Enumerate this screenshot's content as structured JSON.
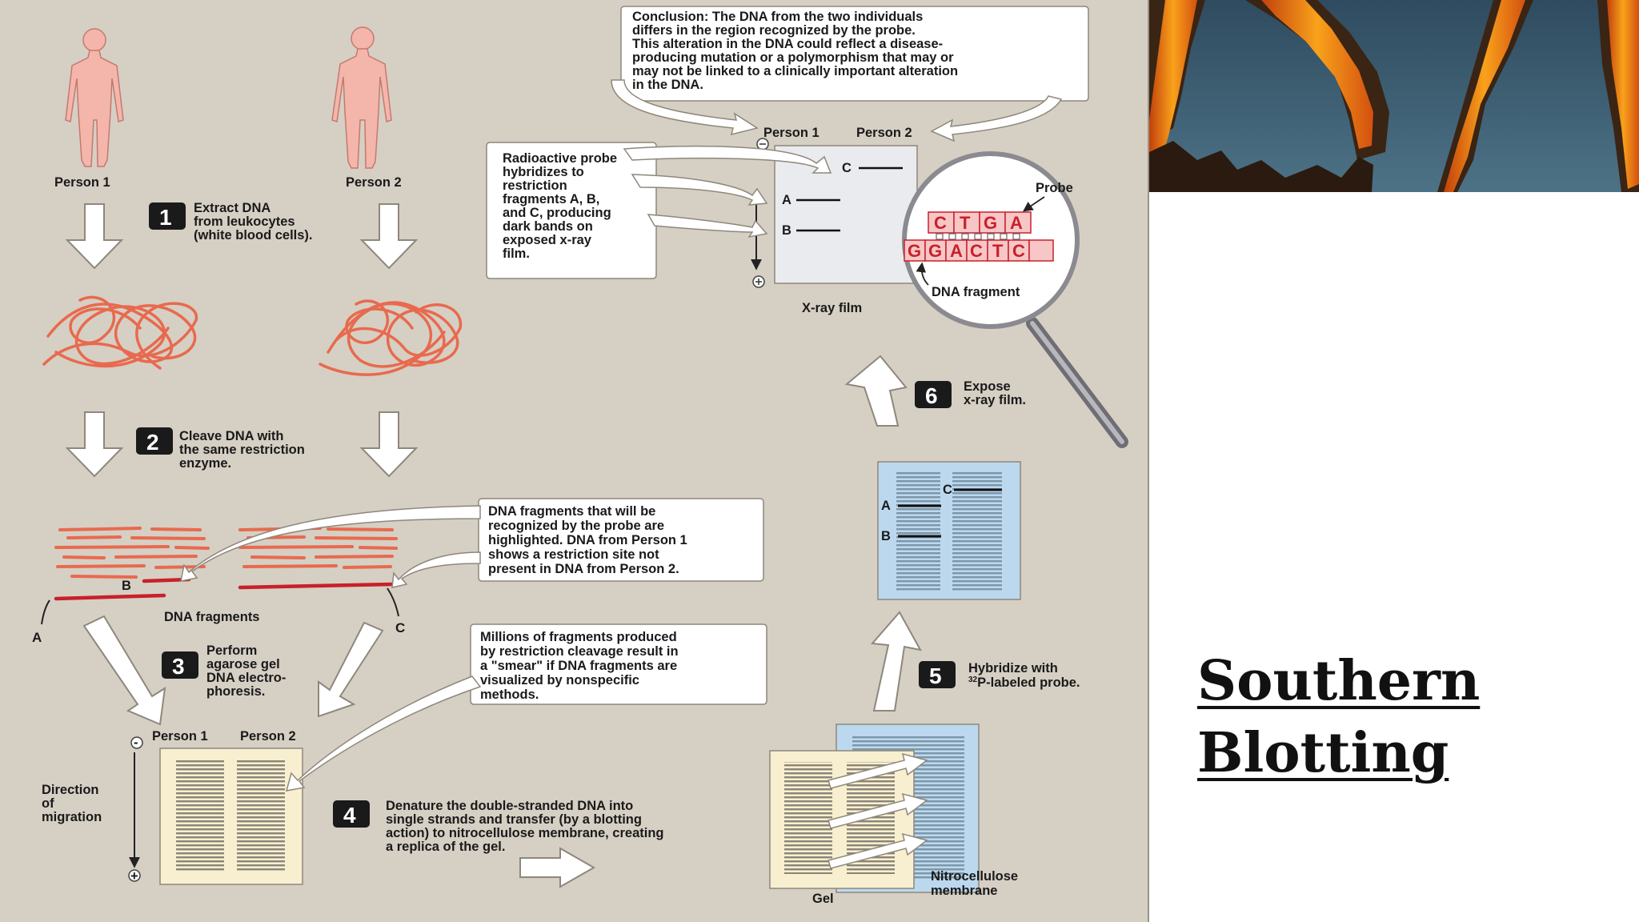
{
  "slide": {
    "title_line1": "Southern",
    "title_line2": "Blotting"
  },
  "colors": {
    "diagram_bg": "#d6cfc4",
    "dna": "#e86a4e",
    "dna_highlight": "#c8202a",
    "membrane": "#bcd8ee",
    "gel": "#f7efcf",
    "lava": "#f08a1c",
    "sky": "#3a5d75"
  },
  "people": {
    "person1_label": "Person 1",
    "person2_label": "Person 2"
  },
  "steps": {
    "s1": {
      "number": "1",
      "lines": [
        "Extract DNA",
        "from leukocytes",
        "(white blood cells)."
      ]
    },
    "s2": {
      "number": "2",
      "lines": [
        "Cleave DNA with",
        "the same restriction",
        "enzyme."
      ]
    },
    "s3": {
      "number": "3",
      "lines": [
        "Perform",
        "agarose gel",
        "DNA electro-",
        "phoresis."
      ]
    },
    "s4": {
      "number": "4",
      "lines": [
        "Denature the double-stranded DNA into",
        "single strands and transfer (by a blotting",
        "action) to nitrocellulose membrane, creating",
        "a replica of the gel."
      ]
    },
    "s5": {
      "number": "5",
      "line1": "Hybridize with",
      "line2_sup": "32",
      "line2": "P-labeled probe."
    },
    "s6": {
      "number": "6",
      "lines": [
        "Expose",
        "x-ray film."
      ]
    }
  },
  "callouts": {
    "conclusion": [
      "Conclusion: The DNA from the two individuals",
      "differs in the region recognized by the probe.",
      "This alteration in the DNA could reflect a disease-",
      "producing mutation or a polymorphism that may or",
      "may not be linked to a clinically important alteration",
      "in the DNA."
    ],
    "probe": [
      "Radioactive probe",
      "hybridizes to",
      "restriction",
      "fragments A, B,",
      "and C, producing",
      "dark bands on",
      "exposed x-ray",
      "film."
    ],
    "fragments": [
      "DNA fragments that will be",
      "recognized by the probe are",
      "highlighted. DNA from Person 1",
      "shows a restriction site not",
      "present in DNA from Person 2."
    ],
    "smear": [
      "Millions of fragments produced",
      "by restriction cleavage result in",
      "a \"smear\" if DNA fragments are",
      "visualized by nonspecific",
      "methods."
    ]
  },
  "labels": {
    "dna_fragments": "DNA fragments",
    "frag_a": "A",
    "frag_b": "B",
    "frag_c": "C",
    "gel_person1": "Person 1",
    "gel_person2": "Person 2",
    "direction": [
      "Direction",
      "of",
      "migration"
    ],
    "minus": "-",
    "plus": "+",
    "gel": "Gel",
    "nitro": [
      "Nitrocellulose",
      "membrane"
    ],
    "xray_person1": "Person 1",
    "xray_person2": "Person 2",
    "xray_film": "X-ray film",
    "probe": "Probe",
    "dna_fragment": "DNA fragment",
    "probe_seq": [
      "C",
      "T",
      "G",
      "A"
    ],
    "target_seq": [
      "G",
      "G",
      "A",
      "C",
      "T",
      "C"
    ],
    "band_a": "A",
    "band_b": "B",
    "band_c": "C"
  }
}
